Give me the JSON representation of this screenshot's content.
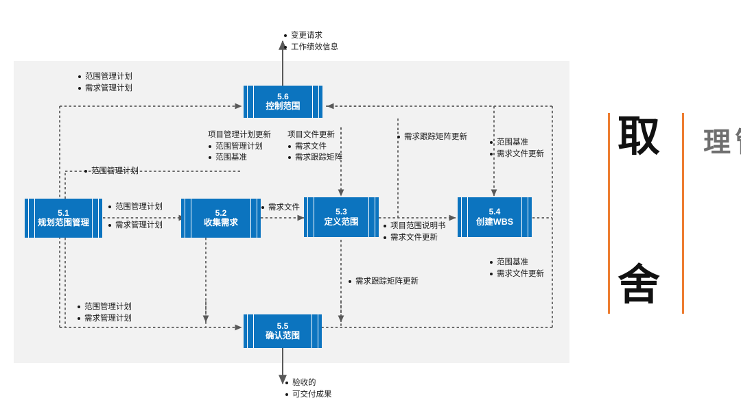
{
  "diagram": {
    "title_block": {
      "headline": "取舍",
      "headline_char1": "取",
      "headline_char2": "舍",
      "subtitle": "范围管理",
      "rule_color": "#ed7d31",
      "headline_color": "#111111",
      "subtitle_color": "#6f6f6f"
    },
    "panel_color": "#f2f2f2",
    "node_color": "#0c74bf",
    "line_color": "#595959",
    "nodes": [
      {
        "id": "5.6",
        "number": "5.6",
        "name": "控制范围"
      },
      {
        "id": "5.1",
        "number": "5.1",
        "name": "规划范围管理"
      },
      {
        "id": "5.2",
        "number": "5.2",
        "name": "收集需求"
      },
      {
        "id": "5.3",
        "number": "5.3",
        "name": "定义范围"
      },
      {
        "id": "5.4",
        "number": "5.4",
        "name": "创建WBS"
      },
      {
        "id": "5.5",
        "number": "5.5",
        "name": "确认范围"
      }
    ],
    "annotations": {
      "top_outputs": {
        "items": [
          "变更请求",
          "工作绩效信息"
        ]
      },
      "top_left_plans": {
        "items": [
          "范围管理计划",
          "需求管理计划"
        ]
      },
      "pmp_update": {
        "header": "项目管理计划更新",
        "items": [
          "范围管理计划",
          "范围基准"
        ]
      },
      "doc_update": {
        "header": "项目文件更新",
        "items": [
          "需求文件",
          "需求跟踪矩阵"
        ]
      },
      "rtm_update_upper": {
        "items": [
          "需求跟踪矩阵更新"
        ]
      },
      "baseline_upper": {
        "items": [
          "范围基准",
          "需求文件更新"
        ]
      },
      "scope_plan_mid": {
        "items": [
          "范围管理计划"
        ]
      },
      "plan_to_collect": {
        "items": [
          "范围管理计划",
          "需求管理计划"
        ]
      },
      "req_doc": {
        "items": [
          "需求文件"
        ]
      },
      "scope_statement": {
        "items": [
          "项目范围说明书",
          "需求文件更新"
        ]
      },
      "baseline_lower": {
        "items": [
          "范围基准",
          "需求文件更新"
        ]
      },
      "rtm_update_lower": {
        "items": [
          "需求跟踪矩阵更新"
        ]
      },
      "bottom_left_plans": {
        "items": [
          "范围管理计划",
          "需求管理计划"
        ]
      },
      "final_output": {
        "items": [
          "验收的",
          "可交付成果"
        ]
      }
    }
  }
}
